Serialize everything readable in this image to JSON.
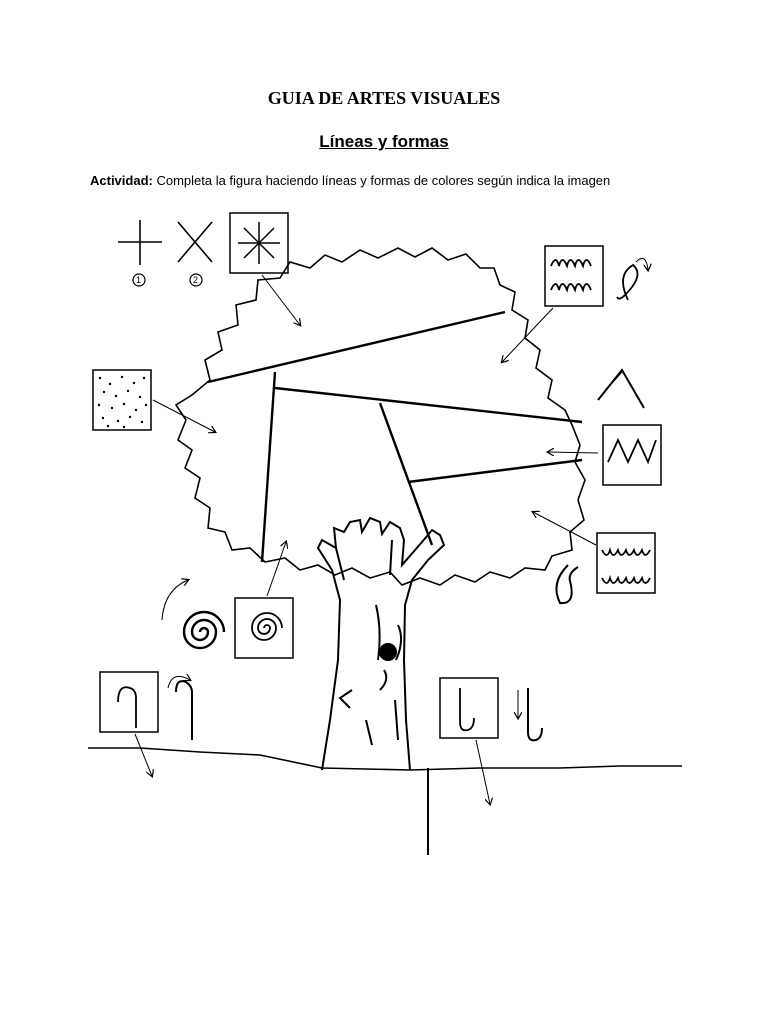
{
  "document": {
    "title": "GUIA DE ARTES VISUALES",
    "subtitle": "Líneas y formas",
    "instruction_label": "Actividad:",
    "instruction_text": " Completa la figura haciendo líneas y formas de colores según indica la imagen"
  },
  "legend_numbers": [
    "1",
    "2"
  ],
  "colors": {
    "ink": "#000000",
    "paper": "#ffffff"
  },
  "icons": [
    "plus-lines-icon",
    "x-lines-icon",
    "asterisk-icon",
    "dots-texture-icon",
    "loops-icon",
    "zigzag-icon",
    "spiral-icon",
    "hook-line-icon",
    "j-line-icon"
  ]
}
